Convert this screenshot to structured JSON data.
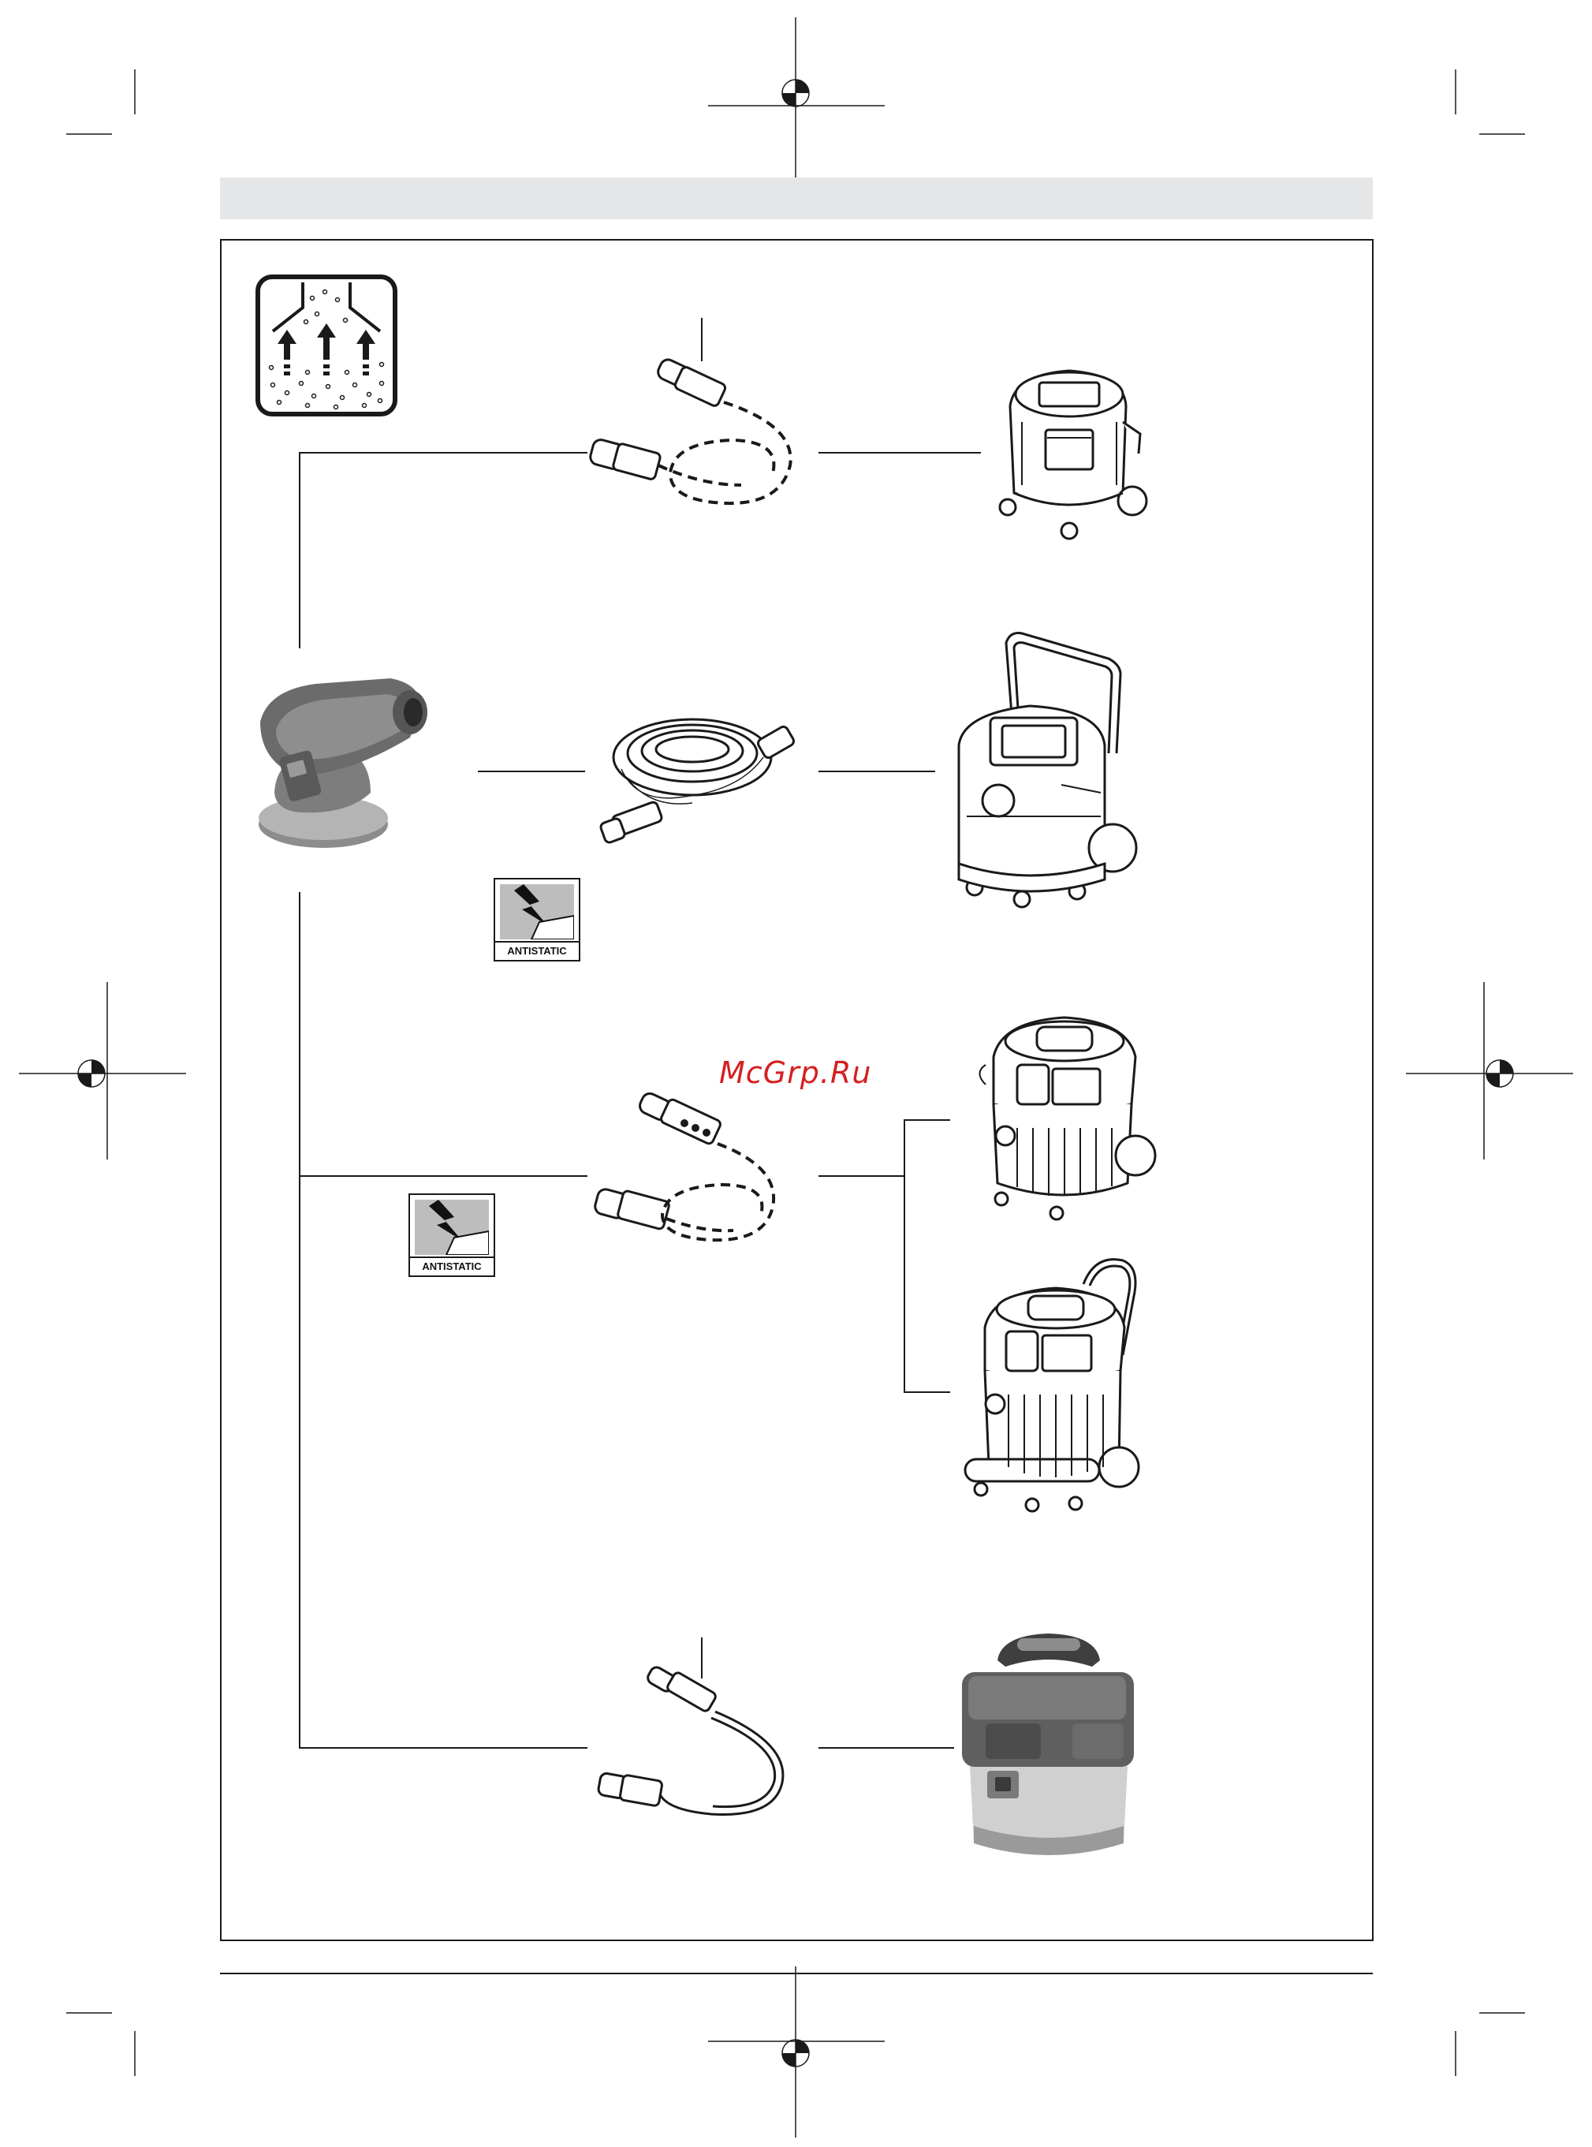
{
  "watermark": "McGrp.Ru",
  "badges": {
    "antistatic_1": "ANTISTATIC",
    "antistatic_2": "ANTISTATIC"
  },
  "icons": {
    "dust_extraction": "dust-extraction-icon",
    "sander": "random-orbit-sander-illustration",
    "vacuum": "vacuum-cleaner-illustration",
    "hose": "extraction-hose-illustration"
  },
  "colors": {
    "watermark": "#d42020",
    "line": "#1a1a1a",
    "header_bar": "#e5e6e7",
    "badge_fill": "#bdbdbd"
  }
}
